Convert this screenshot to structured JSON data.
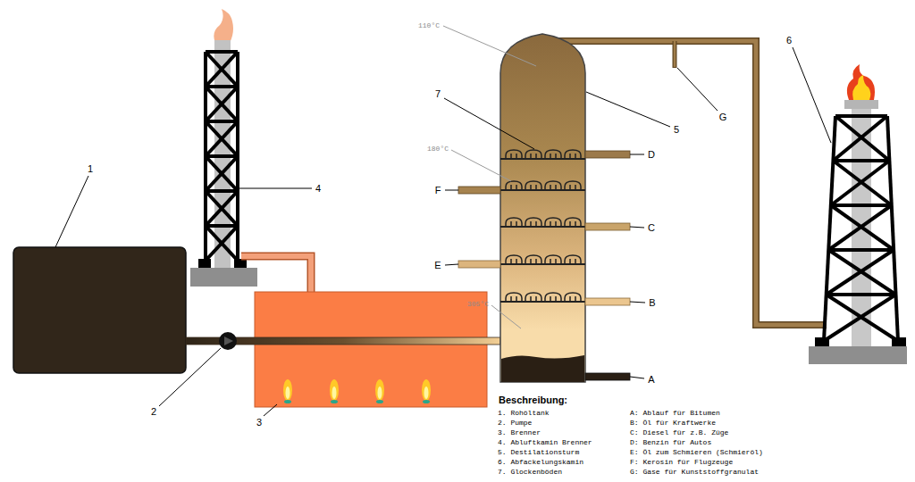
{
  "diagram": {
    "labels": [
      "110°C",
      "180°C",
      "305°C",
      "1",
      "2",
      "3",
      "4",
      "5",
      "6",
      "7",
      "A",
      "B",
      "C",
      "D",
      "E",
      "F",
      "G",
      "Beschreibung:",
      "1. Rohöltank",
      "2. Pumpe",
      "3. Brenner",
      "4. Abluftkamin Brenner",
      "5. Destilationsturm",
      "6. Abfackelungskamin",
      "7. Glockenböden",
      "A: Ablauf für Bitumen",
      "B: Öl für Kraftwerke",
      "C: Diesel für z.B. Züge",
      "D: Benzin für Autos",
      "E: Öl zum Schmieren (Schmieröl)",
      "F: Kerosin für Flugzeuge",
      "G: Gase für Kunststoffgranulat"
    ]
  }
}
